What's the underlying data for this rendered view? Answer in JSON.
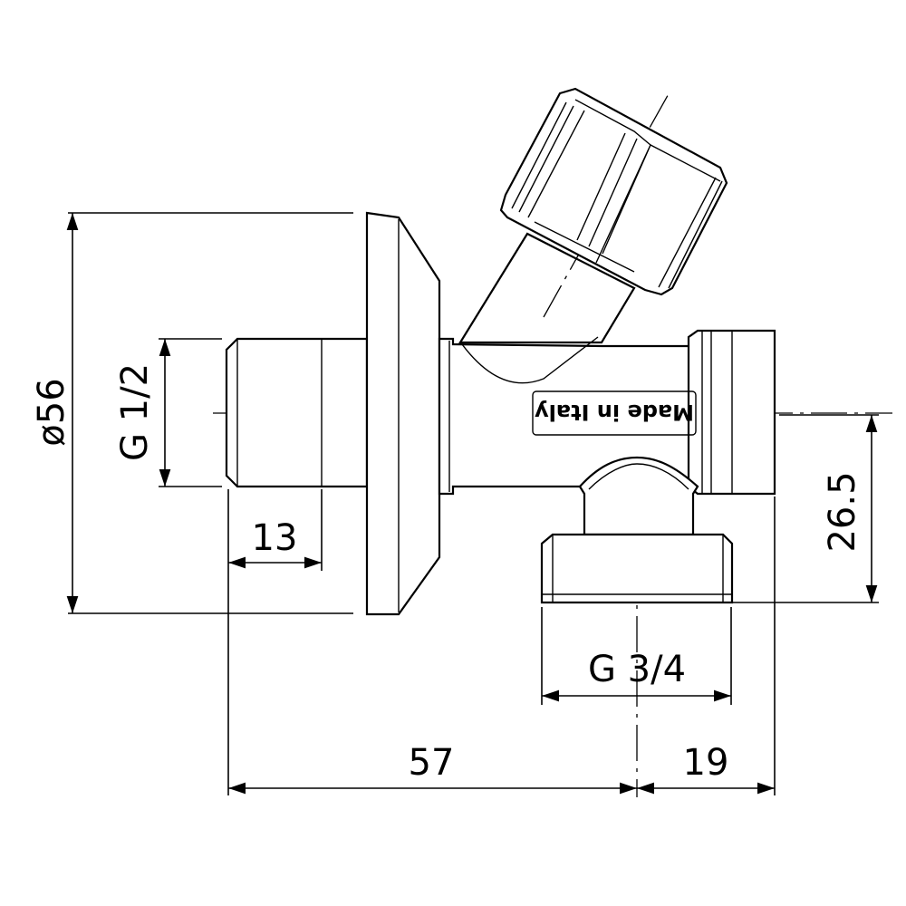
{
  "dimensions": {
    "flange_diameter": "ø56",
    "inlet_thread": "G 1/2",
    "thread_length": "13",
    "outlet_thread": "G 3/4",
    "outlet_height": "26.5",
    "inlet_to_outlet": "57",
    "outlet_to_end": "19"
  },
  "body_marking": "Made in Italy"
}
